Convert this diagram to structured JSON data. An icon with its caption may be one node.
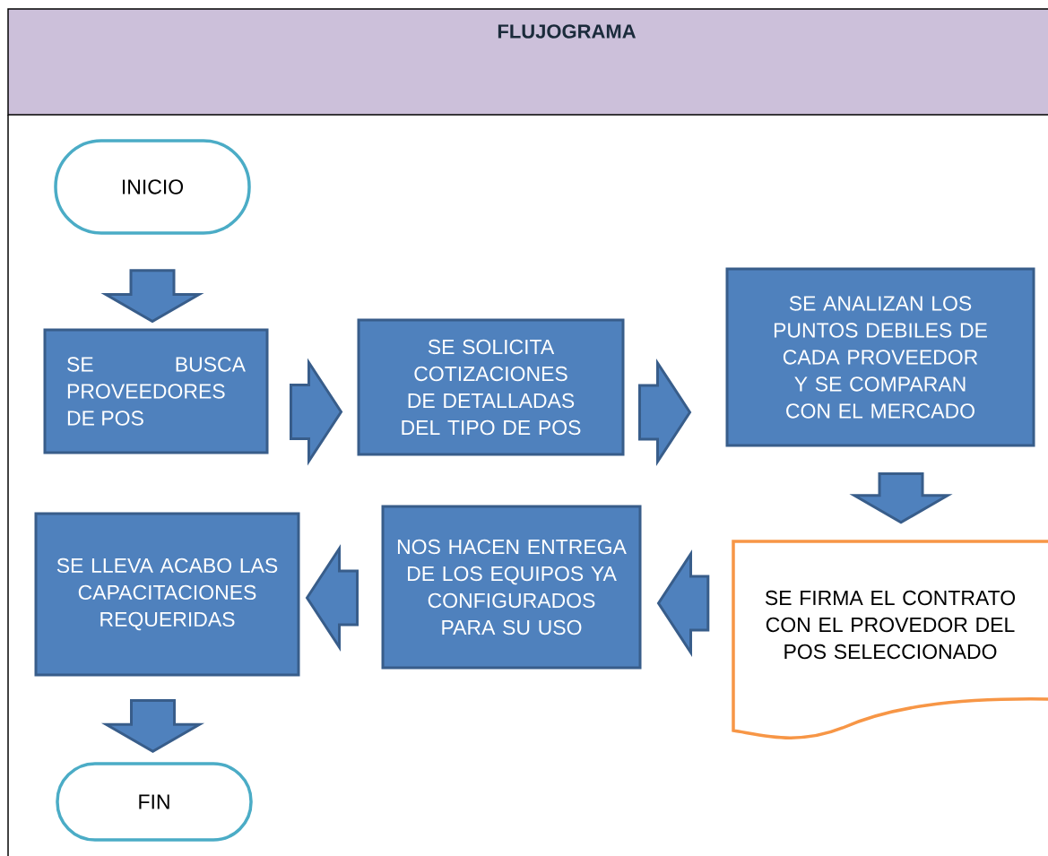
{
  "diagram": {
    "title": "FLUJOGRAMA",
    "nodes": [
      {
        "text": [
          "INICIO"
        ]
      },
      {
        "text": [
          "SE BUSCA PROVEEDORES DE POS"
        ]
      },
      {
        "text": [
          "SE SOLICITA COTIZACIONES DE DETALLADAS DEL TIPO DE POS"
        ]
      },
      {
        "text": [
          "SE ANALIZAN LOS PUNTOS DEBILES DE CADA PROVEEDOR Y SE COMPARAN CON EL MERCADO"
        ]
      },
      {
        "text": [
          "SE FIRMA EL CONTRATO CON EL PROVEDOR DEL POS SELECCIONADO"
        ]
      },
      {
        "text": [
          "NOS HACEN ENTREGA DE LOS EQUIPOS YA CONFIGURADOS PARA SU USO"
        ]
      },
      {
        "text": [
          "SE LLEVA ACABO LAS CAPACITACIONES REQUERIDAS"
        ]
      },
      {
        "text": [
          "FIN"
        ]
      }
    ],
    "edges": [
      {
        "from": 0,
        "to": 1,
        "arrow": "to"
      },
      {
        "from": 1,
        "to": 2,
        "arrow": "to"
      },
      {
        "from": 2,
        "to": 3,
        "arrow": "to"
      },
      {
        "from": 3,
        "to": 4,
        "arrow": "to"
      },
      {
        "from": 4,
        "to": 5,
        "arrow": "to"
      },
      {
        "from": 5,
        "to": 6,
        "arrow": "to"
      },
      {
        "from": 6,
        "to": 7,
        "arrow": "to"
      }
    ]
  }
}
